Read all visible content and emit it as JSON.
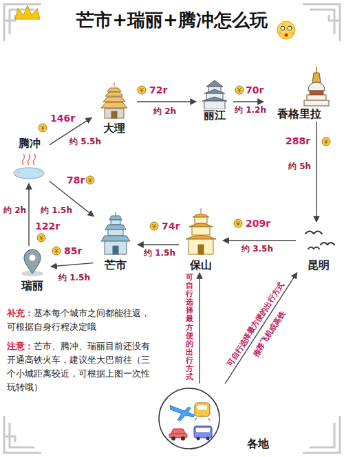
{
  "diagram": {
    "title": "芒市+瑞丽+腾冲怎么玩",
    "nodes": [
      {
        "text": [
          "大理"
        ]
      },
      {
        "text": [
          "丽江"
        ]
      },
      {
        "text": [
          "香格里拉"
        ]
      },
      {
        "text": [
          "腾冲"
        ]
      },
      {
        "text": [
          "保山"
        ]
      },
      {
        "text": [
          "昆明"
        ]
      },
      {
        "text": [
          "芒市"
        ]
      },
      {
        "text": [
          "瑞丽"
        ]
      },
      {
        "text": [
          "各地"
        ]
      }
    ],
    "edges": [
      {
        "from": 0,
        "to": 1,
        "label": "72r",
        "arrow": "to"
      },
      {
        "from": 1,
        "to": 2,
        "label": "70r",
        "arrow": "to"
      },
      {
        "from": 2,
        "to": 5,
        "label": "288r",
        "arrow": "to"
      },
      {
        "from": 5,
        "to": 4,
        "label": "209r",
        "arrow": "to"
      },
      {
        "from": 4,
        "to": 6,
        "label": "74r",
        "arrow": "to"
      },
      {
        "from": 6,
        "to": 7,
        "label": "85r",
        "arrow": "to"
      },
      {
        "from": 7,
        "to": 3,
        "label": "122r",
        "arrow": "to"
      },
      {
        "from": 3,
        "to": 0,
        "label": "146r",
        "arrow": "to"
      },
      {
        "from": 3,
        "to": 6,
        "label": "78r",
        "arrow": "to"
      },
      {
        "from": 8,
        "to": 4,
        "label": "可自行选择最方便的出行方式",
        "arrow": "to"
      },
      {
        "from": 8,
        "to": 5,
        "label": "可自行选择最方便的出行方式",
        "arrow": "to"
      }
    ],
    "labels": [
      "约 2h",
      "约 1.2h",
      "约 5h",
      "约 3.5h",
      "约 1.5h",
      "约 1.5h",
      "约 2h",
      "约 5.5h",
      "约 1.5h",
      "推荐飞机或高铁",
      "补充：",
      "基本每个城市之间都能往返，可根据自身行程决定哦",
      "注意：",
      "芒市、腾冲、瑞丽目前还没有开通高铁火车，建议坐大巴前往（三个小城距离较近，可根据上图一次性玩转哦）"
    ]
  }
}
